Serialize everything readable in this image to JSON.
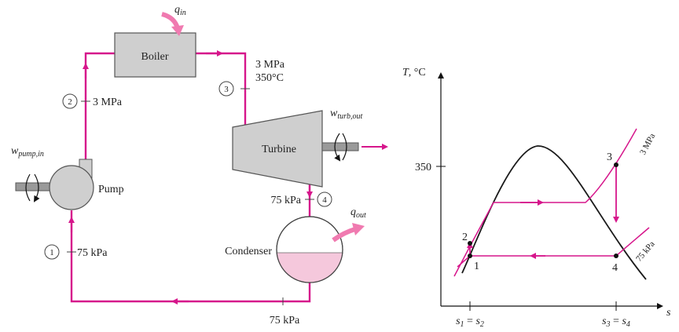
{
  "colors": {
    "flow": "#d6168b",
    "arrow": "#f07ab0",
    "box_fill": "#cfcfcf",
    "box_stroke": "#555555",
    "condenser_liquid": "#f5c8dc",
    "curve": "#1a1a1a"
  },
  "cycle": {
    "boiler_label": "Boiler",
    "turbine_label": "Turbine",
    "pump_label": "Pump",
    "condenser_label": "Condenser",
    "q_in": {
      "main": "q",
      "sub": "in"
    },
    "q_out": {
      "main": "q",
      "sub": "out"
    },
    "w_turb": {
      "main": "w",
      "sub": "turb,out"
    },
    "w_pump": {
      "main": "w",
      "sub": "pump,in"
    },
    "states": [
      {
        "num": "1",
        "label": "75 kPa"
      },
      {
        "num": "2",
        "label": "3 MPa"
      },
      {
        "num": "3",
        "label_line1": "3 MPa",
        "label_line2": "350°C"
      },
      {
        "num": "4",
        "label": "75 kPa"
      }
    ],
    "bottom_pressure": "75 kPa"
  },
  "ts_diagram": {
    "y_axis_label": {
      "main": "T",
      "unit": ", °C"
    },
    "x_axis_label": "s",
    "y_tick": "350",
    "isobar_high": "3 MPa",
    "isobar_low": "75 kPa",
    "points": [
      "1",
      "2",
      "3",
      "4"
    ],
    "x_tick_left": {
      "a": "s",
      "a_sub": "1",
      "b": "s",
      "b_sub": "2"
    },
    "x_tick_right": {
      "a": "s",
      "a_sub": "3",
      "b": "s",
      "b_sub": "4"
    }
  }
}
